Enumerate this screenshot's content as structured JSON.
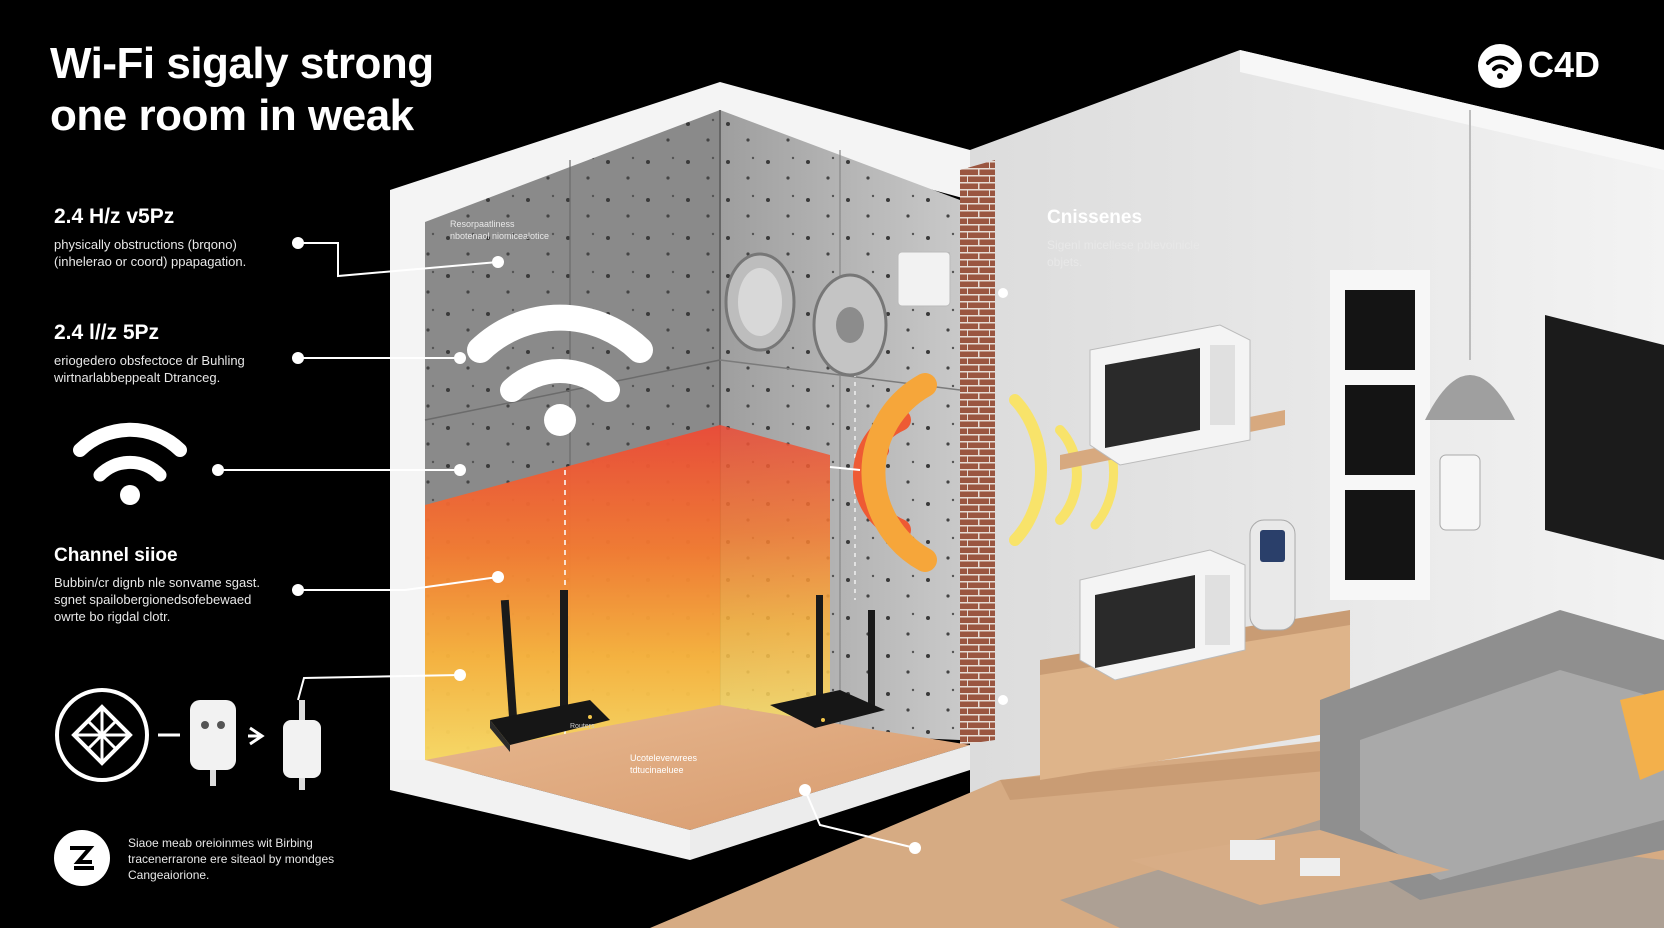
{
  "title": {
    "line1": "Wi-Fi sigaly strong",
    "line2": "one room in weak"
  },
  "logo": {
    "text": "C4D",
    "icon": "wifi-icon"
  },
  "callouts": [
    {
      "heading": "2.4 H/z v5Pz",
      "line1": "physically obstructions (brqono)",
      "line2": "(inhelerao or coord) ppapagation."
    },
    {
      "heading": "2.4 l//z 5Pz",
      "line1": "eriogedero obsfectoce dr Buhling",
      "line2": "wirtnarlabbeppealt Dtranceg."
    },
    {
      "heading": "Channel siioe",
      "line1": "Bubbin/cr dignb nle sonvame sgast.",
      "line2": "sgnet spailobergionedsofebewaed",
      "line3": "owrte bo rigdal clotr."
    }
  ],
  "right_callout": {
    "heading": "Cnissenes",
    "line1": "Sigenl micellese pblevoinicle",
    "line2": "objets."
  },
  "wall_note": {
    "line1": "Resorpaatliness",
    "line2": "nbotenaol niomicealotice"
  },
  "floor_note": {
    "line1": "Ucoteleverwrees",
    "line2": "tdtucinaeluee"
  },
  "footer_note": {
    "line1": "Siaoe meab oreioinmes wit Birbing",
    "line2": "tracenerrarone ere siteaol by mondges",
    "line3": "Cangeaiorione."
  },
  "router_label": "Routers",
  "icons": [
    "wifi-icon",
    "mesh-node-icon",
    "plug-icon",
    "arrow-right-icon",
    "badge-icon"
  ],
  "colors": {
    "accent_red": "#e8402e",
    "accent_orange": "#f58a2c",
    "accent_yellow": "#f8e36a",
    "background": "#000000"
  }
}
